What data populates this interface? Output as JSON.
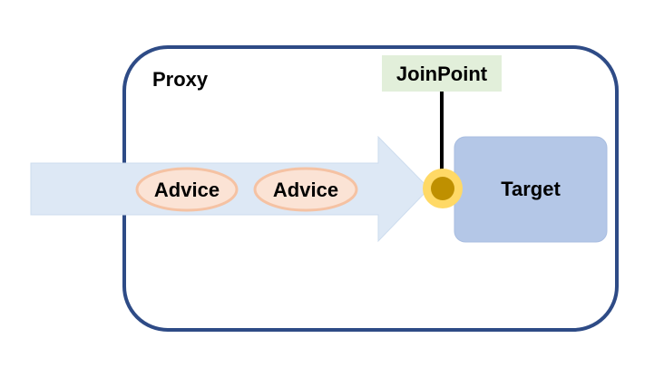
{
  "diagram": {
    "proxy": {
      "label": "Proxy"
    },
    "join_point": {
      "label": "JoinPoint"
    },
    "target": {
      "label": "Target"
    },
    "advices": [
      {
        "label": "Advice"
      },
      {
        "label": "Advice"
      }
    ],
    "colors": {
      "proxy_border": "#2e4b86",
      "arrow_fill": "#dde8f5",
      "arrow_stroke": "#cddcee",
      "advice_fill": "#fbe3d5",
      "advice_stroke": "#f5c2a3",
      "join_label_bg": "#e2efda",
      "join_outer": "#ffd966",
      "join_inner": "#bf9000",
      "target_fill": "#b4c7e7",
      "target_stroke": "#a8bde0",
      "connector": "#000000"
    }
  }
}
